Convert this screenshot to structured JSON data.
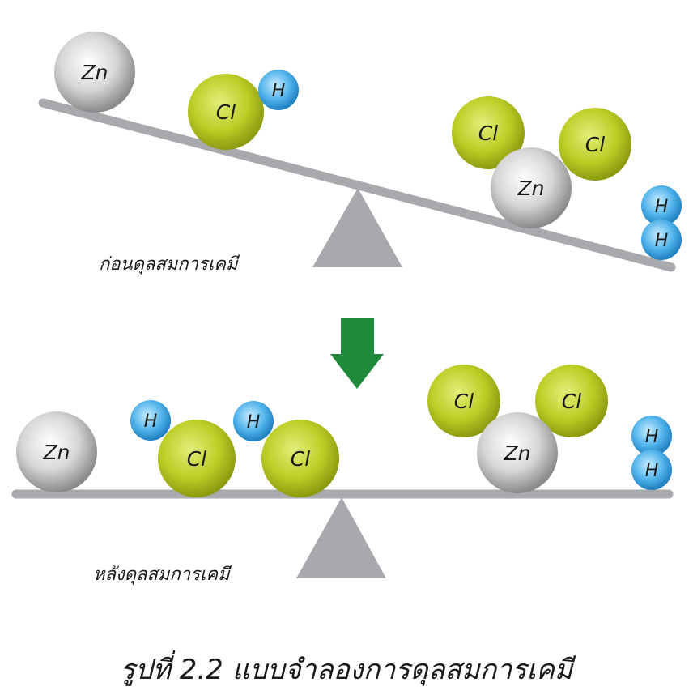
{
  "before": {
    "label": "ก่อนดุลสมการเคมี",
    "atoms": {
      "zn_left": "Zn",
      "cl_left": "Cl",
      "h_left": "H",
      "cl_right_a": "Cl",
      "cl_right_b": "Cl",
      "zn_right": "Zn",
      "h_right_a": "H",
      "h_right_b": "H"
    }
  },
  "after": {
    "label": "หลังดุลสมการเคมี",
    "atoms": {
      "zn_left": "Zn",
      "h_left_a": "H",
      "cl_left_a": "Cl",
      "h_left_b": "H",
      "cl_left_b": "Cl",
      "cl_right_a": "Cl",
      "cl_right_b": "Cl",
      "zn_right": "Zn",
      "h_right_a": "H",
      "h_right_b": "H"
    }
  },
  "caption": "รูปที่ 2.2 แบบจำลองการดุลสมการเคมี",
  "colors": {
    "beam": "#a7a9ac",
    "fulcrum": "#a7a9ac",
    "arrow": "#1f8a3a",
    "zn": "#c8c8c8",
    "cl": "#b5c81e",
    "h": "#3ea6e0"
  }
}
